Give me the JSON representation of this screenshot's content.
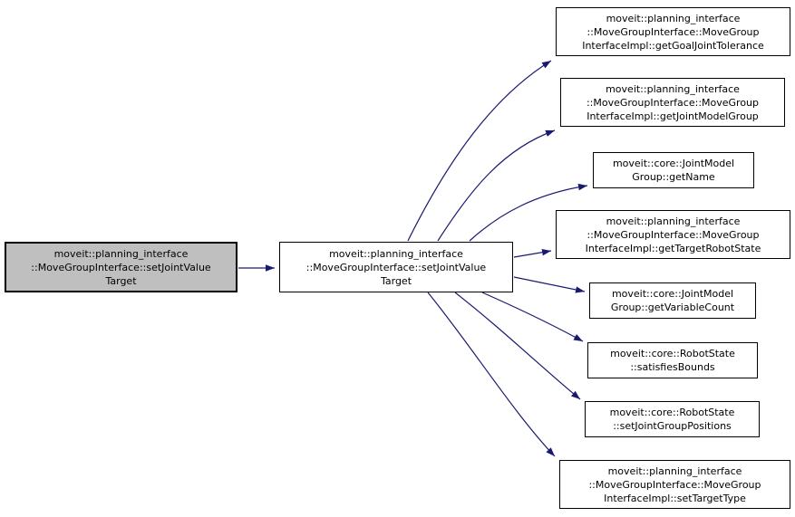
{
  "diagram": {
    "type": "call-graph",
    "colors": {
      "edge": "#191970",
      "focus_node_fill": "#bfbfbf",
      "node_fill": "#ffffff",
      "node_border": "#000000",
      "text": "#000000"
    },
    "nodes": [
      {
        "id": "setJointValueTarget",
        "role": "focus",
        "lines": [
          "moveit::planning_interface",
          "::MoveGroupInterface::setJointValue",
          "Target"
        ]
      },
      {
        "id": "setJointValueTargetImpl",
        "role": "callee",
        "lines": [
          "moveit::planning_interface",
          "::MoveGroupInterface::setJointValue",
          "Target"
        ]
      },
      {
        "id": "getGoalJointTolerance",
        "role": "callee",
        "lines": [
          "moveit::planning_interface",
          "::MoveGroupInterface::MoveGroup",
          "InterfaceImpl::getGoalJointTolerance"
        ]
      },
      {
        "id": "getJointModelGroup",
        "role": "callee",
        "lines": [
          "moveit::planning_interface",
          "::MoveGroupInterface::MoveGroup",
          "InterfaceImpl::getJointModelGroup"
        ]
      },
      {
        "id": "getName",
        "role": "callee",
        "lines": [
          "moveit::core::JointModel",
          "Group::getName"
        ]
      },
      {
        "id": "getTargetRobotState",
        "role": "callee",
        "lines": [
          "moveit::planning_interface",
          "::MoveGroupInterface::MoveGroup",
          "InterfaceImpl::getTargetRobotState"
        ]
      },
      {
        "id": "getVariableCount",
        "role": "callee",
        "lines": [
          "moveit::core::JointModel",
          "Group::getVariableCount"
        ]
      },
      {
        "id": "satisfiesBounds",
        "role": "callee",
        "lines": [
          "moveit::core::RobotState",
          "::satisfiesBounds"
        ]
      },
      {
        "id": "setJointGroupPositions",
        "role": "callee",
        "lines": [
          "moveit::core::RobotState",
          "::setJointGroupPositions"
        ]
      },
      {
        "id": "setTargetType",
        "role": "callee",
        "lines": [
          "moveit::planning_interface",
          "::MoveGroupInterface::MoveGroup",
          "InterfaceImpl::setTargetType"
        ]
      }
    ],
    "edges": [
      {
        "from": "setJointValueTarget",
        "to": "setJointValueTargetImpl"
      },
      {
        "from": "setJointValueTargetImpl",
        "to": "getGoalJointTolerance"
      },
      {
        "from": "setJointValueTargetImpl",
        "to": "getJointModelGroup"
      },
      {
        "from": "setJointValueTargetImpl",
        "to": "getName"
      },
      {
        "from": "setJointValueTargetImpl",
        "to": "getTargetRobotState"
      },
      {
        "from": "setJointValueTargetImpl",
        "to": "getVariableCount"
      },
      {
        "from": "setJointValueTargetImpl",
        "to": "satisfiesBounds"
      },
      {
        "from": "setJointValueTargetImpl",
        "to": "setJointGroupPositions"
      },
      {
        "from": "setJointValueTargetImpl",
        "to": "setTargetType"
      }
    ]
  }
}
